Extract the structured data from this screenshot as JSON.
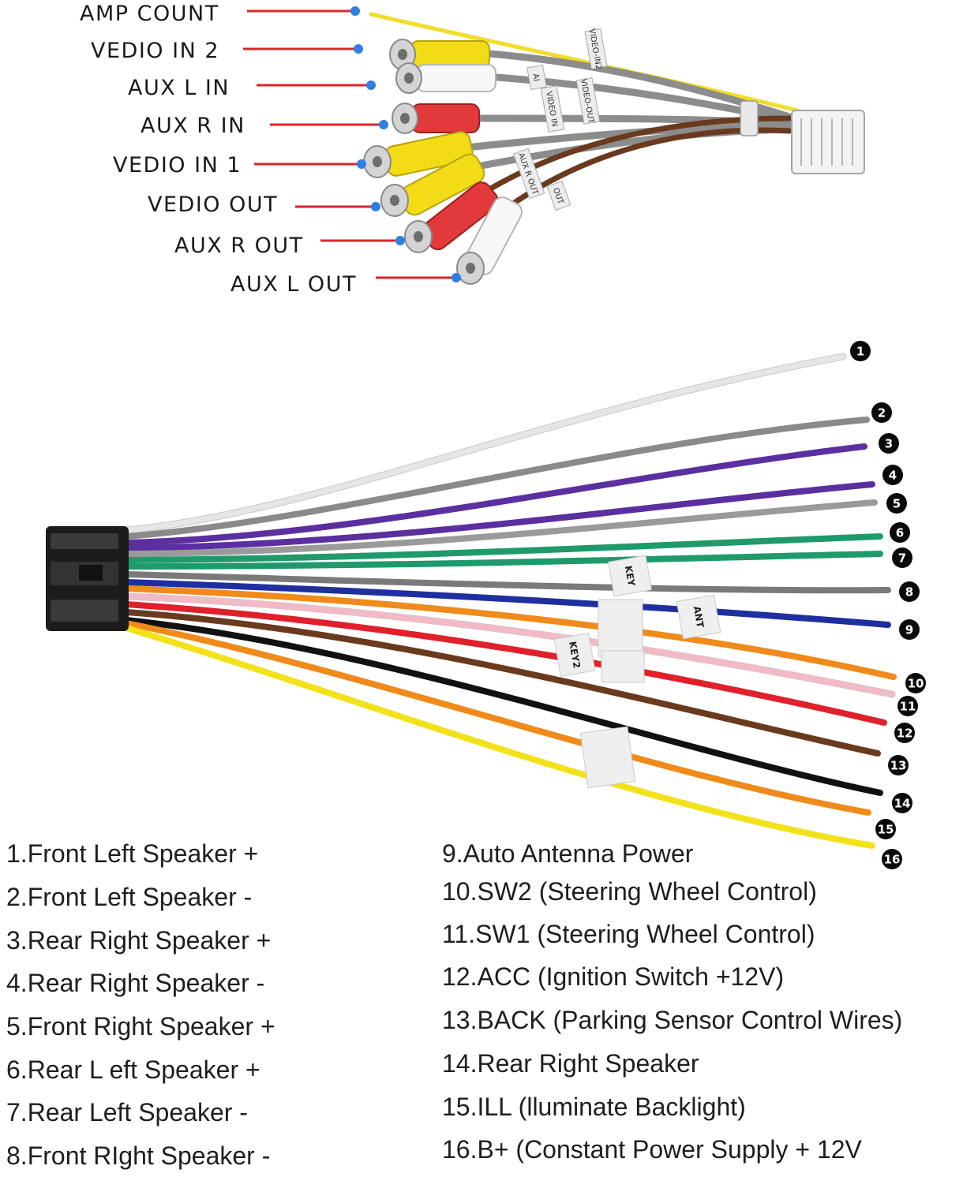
{
  "rca_labels": [
    {
      "text": "AMP COUNT"
    },
    {
      "text": "VEDIO IN 2"
    },
    {
      "text": "AUX L IN"
    },
    {
      "text": "AUX R IN"
    },
    {
      "text": "VEDIO IN 1"
    },
    {
      "text": "VEDIO OUT"
    },
    {
      "text": "AUX R OUT"
    },
    {
      "text": "AUX L OUT"
    }
  ],
  "cable_tags": [
    {
      "text": "VIDEO-IN2"
    },
    {
      "text": "AI"
    },
    {
      "text": "VIDEO IN"
    },
    {
      "text": "VIDEO-OUT"
    },
    {
      "text": "AUX R OUT"
    },
    {
      "text": "OUT"
    }
  ],
  "wire_tags": [
    {
      "text": "KEY"
    },
    {
      "text": "ANT"
    },
    {
      "text": "KEY2"
    }
  ],
  "wires": [
    {
      "num": "1",
      "color": "#e6e6e6"
    },
    {
      "num": "2",
      "color": "#8a8a8a"
    },
    {
      "num": "3",
      "color": "#5b2fa0"
    },
    {
      "num": "4",
      "color": "#5b2fa0"
    },
    {
      "num": "5",
      "color": "#9a9a9a"
    },
    {
      "num": "6",
      "color": "#1f9a6a"
    },
    {
      "num": "7",
      "color": "#1f9a6a"
    },
    {
      "num": "8",
      "color": "#7a7a7a"
    },
    {
      "num": "9",
      "color": "#1f2fa0"
    },
    {
      "num": "10",
      "color": "#f08a1a"
    },
    {
      "num": "11",
      "color": "#f2b9c7"
    },
    {
      "num": "12",
      "color": "#e0202a"
    },
    {
      "num": "13",
      "color": "#6a3a1e"
    },
    {
      "num": "14",
      "color": "#111111"
    },
    {
      "num": "15",
      "color": "#f08a1a"
    },
    {
      "num": "16",
      "color": "#f3e11a"
    }
  ],
  "legend_left": [
    "1.Front Left Speaker +",
    "2.Front Left Speaker -",
    "3.Rear Right Speaker +",
    "4.Rear Right Speaker -",
    "5.Front Right Speaker +",
    "6.Rear L eft Speaker +",
    "7.Rear Left Speaker -",
    "8.Front RIght Speaker -"
  ],
  "legend_right": [
    "9.Auto Antenna Power",
    "10.SW2 (Steering Wheel Control)",
    "11.SW1 (Steering Wheel Control)",
    "12.ACC (Ignition Switch +12V)",
    "13.BACK (Parking Sensor Control Wires)",
    "14.Rear Right Speaker",
    "15.ILL (lluminate Backlight)",
    "16.B+ (Constant Power Supply + 12V"
  ]
}
